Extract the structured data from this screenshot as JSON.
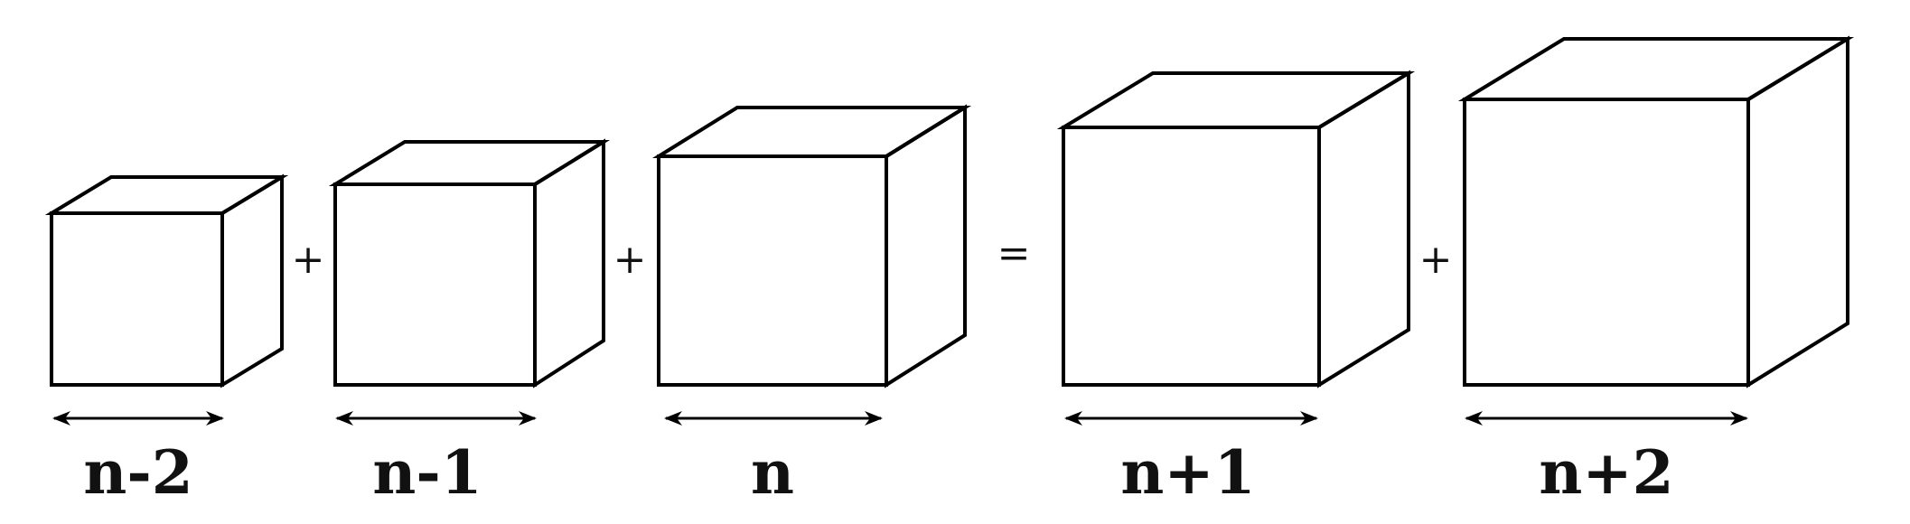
{
  "operators": {
    "plus_1": "+",
    "plus_2": "+",
    "equals": "=",
    "plus_3": "+"
  },
  "cubes": [
    {
      "label": "n-2"
    },
    {
      "label": "n-1"
    },
    {
      "label": "n"
    },
    {
      "label": "n+1"
    },
    {
      "label": "n+2"
    }
  ],
  "colors": {
    "front_dark": "#1e1e1e",
    "front_light_max": "#b4b4b4",
    "side": "#555555",
    "side_light": "#bebebe",
    "top": "#969696",
    "top_light": "#f0f0f0",
    "outline": "#000000",
    "arrow": "#000000"
  }
}
